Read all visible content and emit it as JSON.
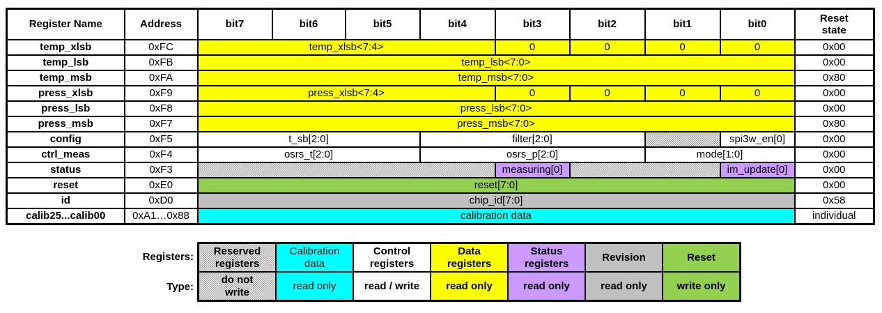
{
  "palette": {
    "yellow": "#FFFF00",
    "cyan": "#00FFFF",
    "green": "#92D050",
    "gray": "#C0C0C0",
    "purple": "#CC99FF",
    "hatch_gray": "#9A9A9A"
  },
  "register_table": {
    "headers": [
      "Register Name",
      "Address",
      "bit7",
      "bit6",
      "bit5",
      "bit4",
      "bit3",
      "bit2",
      "bit1",
      "bit0",
      "Reset\nstate"
    ],
    "rows": [
      {
        "name": "temp_xlsb",
        "address": "0xFC",
        "reset": "0x00",
        "fields": [
          {
            "label": "temp_xlsb<7:4>",
            "span": 4,
            "color": "yellow"
          },
          {
            "label": "0",
            "span": 1,
            "color": "yellow"
          },
          {
            "label": "0",
            "span": 1,
            "color": "yellow"
          },
          {
            "label": "0",
            "span": 1,
            "color": "yellow"
          },
          {
            "label": "0",
            "span": 1,
            "color": "yellow"
          }
        ]
      },
      {
        "name": "temp_lsb",
        "address": "0xFB",
        "reset": "0x00",
        "fields": [
          {
            "label": "temp_lsb<7:0>",
            "span": 8,
            "color": "yellow"
          }
        ]
      },
      {
        "name": "temp_msb",
        "address": "0xFA",
        "reset": "0x80",
        "fields": [
          {
            "label": "temp_msb<7:0>",
            "span": 8,
            "color": "yellow"
          }
        ]
      },
      {
        "name": "press_xlsb",
        "address": "0xF9",
        "reset": "0x00",
        "fields": [
          {
            "label": "press_xlsb<7:4>",
            "span": 4,
            "color": "yellow"
          },
          {
            "label": "0",
            "span": 1,
            "color": "yellow"
          },
          {
            "label": "0",
            "span": 1,
            "color": "yellow"
          },
          {
            "label": "0",
            "span": 1,
            "color": "yellow"
          },
          {
            "label": "0",
            "span": 1,
            "color": "yellow"
          }
        ]
      },
      {
        "name": "press_lsb",
        "address": "0xF8",
        "reset": "0x00",
        "fields": [
          {
            "label": "press_lsb<7:0>",
            "span": 8,
            "color": "yellow"
          }
        ]
      },
      {
        "name": "press_msb",
        "address": "0xF7",
        "reset": "0x80",
        "fields": [
          {
            "label": "press_msb<7:0>",
            "span": 8,
            "color": "yellow"
          }
        ]
      },
      {
        "name": "config",
        "address": "0xF5",
        "reset": "0x00",
        "fields": [
          {
            "label": "t_sb[2:0]",
            "span": 3,
            "color": "white"
          },
          {
            "label": "filter[2:0]",
            "span": 3,
            "color": "white"
          },
          {
            "label": "",
            "span": 1,
            "color": "hatched"
          },
          {
            "label": "spi3w_en[0]",
            "span": 1,
            "color": "white"
          }
        ]
      },
      {
        "name": "ctrl_meas",
        "address": "0xF4",
        "reset": "0x00",
        "fields": [
          {
            "label": "osrs_t[2:0]",
            "span": 3,
            "color": "white"
          },
          {
            "label": "osrs_p[2:0]",
            "span": 3,
            "color": "white"
          },
          {
            "label": "mode[1:0]",
            "span": 2,
            "color": "white"
          }
        ]
      },
      {
        "name": "status",
        "address": "0xF3",
        "reset": "0x00",
        "fields": [
          {
            "label": "",
            "span": 4,
            "color": "hatched"
          },
          {
            "label": "measuring[0]",
            "span": 1,
            "color": "purple"
          },
          {
            "label": "",
            "span": 2,
            "color": "hatched"
          },
          {
            "label": "im_update[0]",
            "span": 1,
            "color": "purple"
          }
        ]
      },
      {
        "name": "reset",
        "address": "0xE0",
        "reset": "0x00",
        "fields": [
          {
            "label": "reset[7:0]",
            "span": 8,
            "color": "green"
          }
        ]
      },
      {
        "name": "id",
        "address": "0xD0",
        "reset": "0x58",
        "fields": [
          {
            "label": "chip_id[7:0]",
            "span": 8,
            "color": "gray"
          }
        ]
      },
      {
        "name": "calib25...calib00",
        "address": "0xA1…0x88",
        "reset": "individual",
        "fields": [
          {
            "label": "calibration data",
            "span": 8,
            "color": "cyan"
          }
        ]
      }
    ]
  },
  "legend": {
    "registers_label": "Registers:",
    "type_label": "Type:",
    "entries": [
      {
        "register": "Reserved\nregisters",
        "type": "do not\nwrite",
        "color": "hatched"
      },
      {
        "register": "Calibration\ndata",
        "type": "read only",
        "color": "cyan"
      },
      {
        "register": "Control\nregisters",
        "type": "read / write",
        "color": "white"
      },
      {
        "register": "Data\nregisters",
        "type": "read only",
        "color": "yellow"
      },
      {
        "register": "Status\nregisters",
        "type": "read only",
        "color": "purple"
      },
      {
        "register": "Revision",
        "type": "read only",
        "color": "gray"
      },
      {
        "register": "Reset",
        "type": "write only",
        "color": "green"
      }
    ]
  }
}
